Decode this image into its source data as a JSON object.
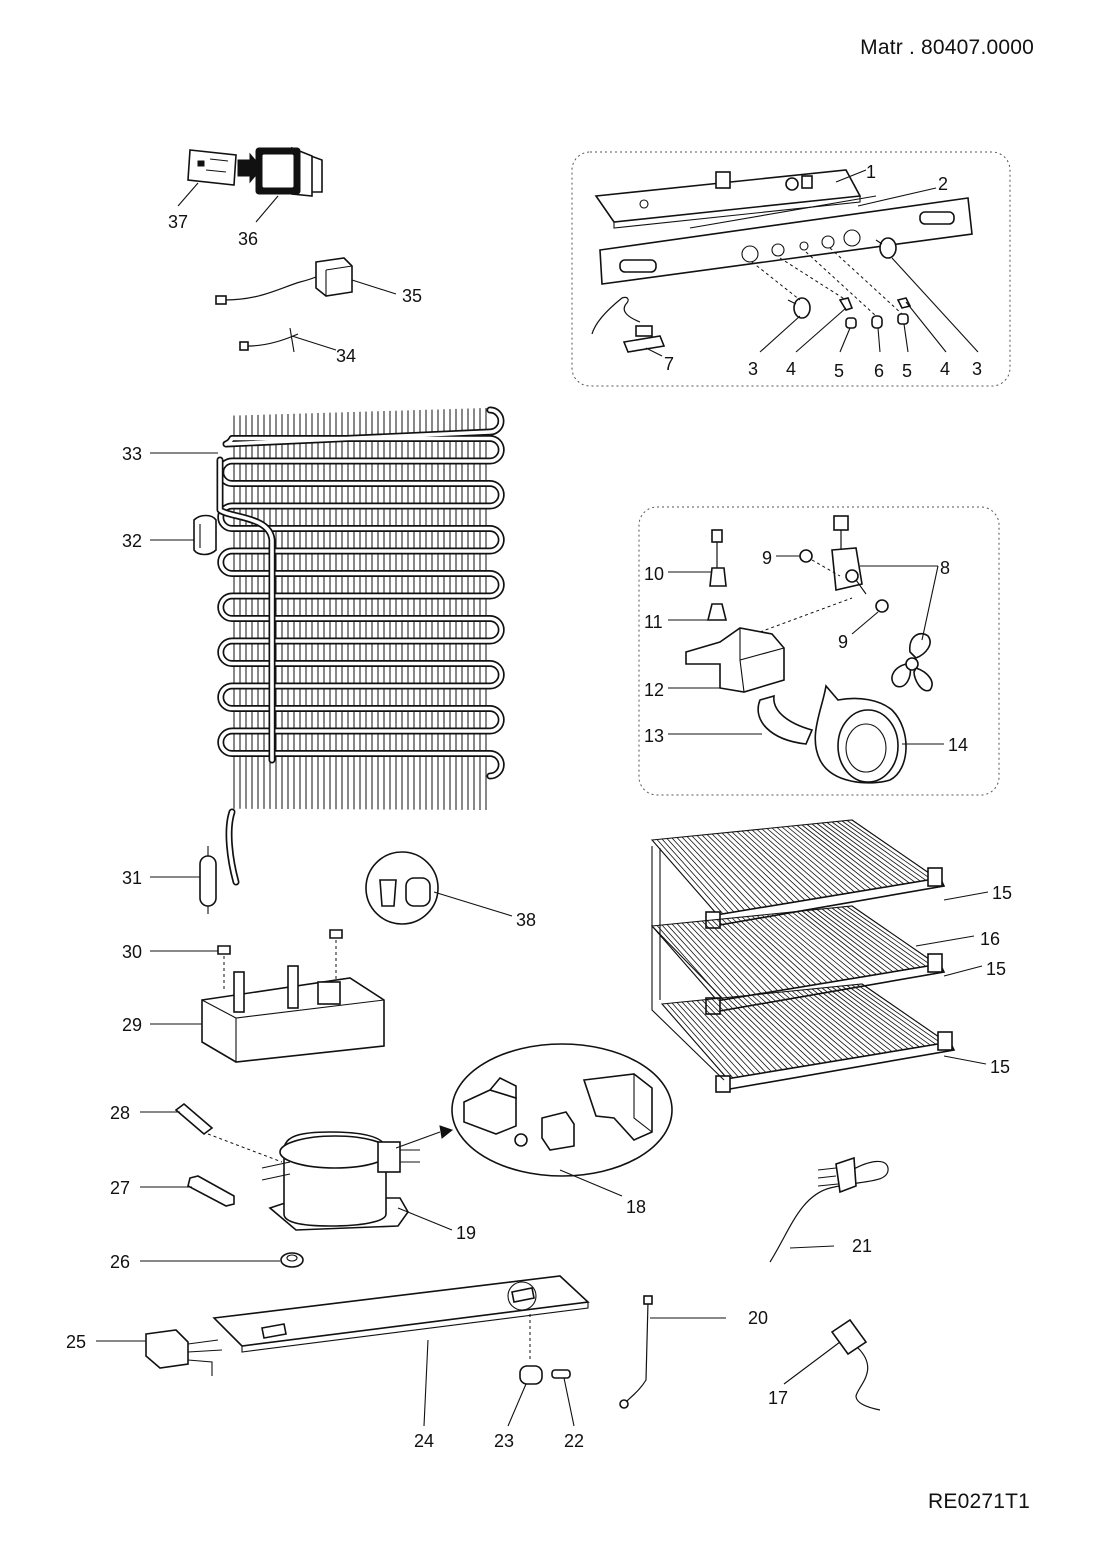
{
  "header": {
    "doc_ref": "Matr . 80407.0000"
  },
  "footer": {
    "drawing_code": "RE0271T1"
  },
  "callouts": {
    "p1": "1",
    "p2": "2",
    "p3a": "3",
    "p3b": "3",
    "p4a": "4",
    "p4b": "4",
    "p5a": "5",
    "p5b": "5",
    "p6": "6",
    "p7": "7",
    "p8": "8",
    "p9a": "9",
    "p9b": "9",
    "p10": "10",
    "p11": "11",
    "p12": "12",
    "p13": "13",
    "p14": "14",
    "p15a": "15",
    "p15b": "15",
    "p15c": "15",
    "p16": "16",
    "p17": "17",
    "p18": "18",
    "p19": "19",
    "p20": "20",
    "p21": "21",
    "p22": "22",
    "p23": "23",
    "p24": "24",
    "p25": "25",
    "p26": "26",
    "p27": "27",
    "p28": "28",
    "p29": "29",
    "p30": "30",
    "p31": "31",
    "p32": "32",
    "p33": "33",
    "p34": "34",
    "p35": "35",
    "p36": "36",
    "p37": "37",
    "p38": "38"
  }
}
